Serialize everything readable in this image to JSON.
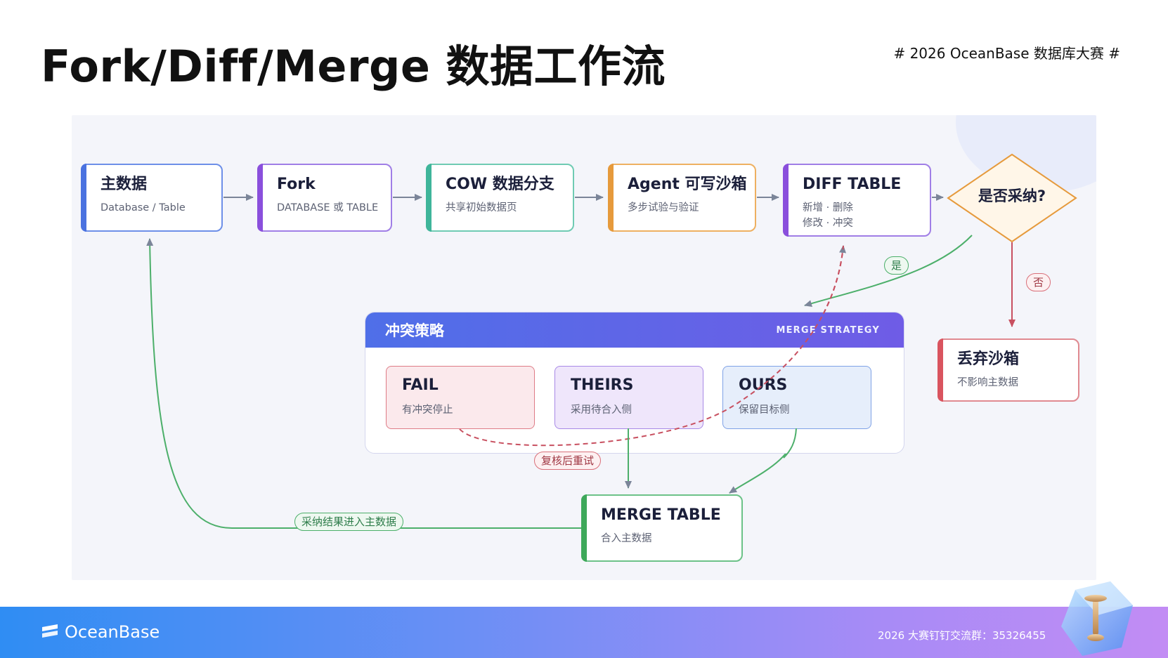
{
  "header": {
    "title": "Fork/Diff/Merge 数据工作流",
    "event_tag": "# 2026 OceanBase 数据库大赛 #"
  },
  "flow": {
    "main_data": {
      "title": "主数据",
      "sub": "Database / Table",
      "accent": "#4a72e0"
    },
    "fork": {
      "title": "Fork",
      "sub": "DATABASE 或 TABLE",
      "accent": "#8a4fdc"
    },
    "cow": {
      "title": "COW 数据分支",
      "sub": "共享初始数据页",
      "accent": "#3fb59a"
    },
    "agent": {
      "title": "Agent 可写沙箱",
      "sub": "多步试验与验证",
      "accent": "#e69a3c"
    },
    "diff": {
      "title": "DIFF TABLE",
      "sub1": "新增 · 删除",
      "sub2": "修改 · 冲突",
      "accent": "#8a4fdc"
    },
    "decision": {
      "label": "是否采纳?"
    },
    "discard": {
      "title": "丢弃沙箱",
      "sub": "不影响主数据",
      "accent": "#d9545f"
    },
    "merge_table": {
      "title": "MERGE TABLE",
      "sub": "合入主数据",
      "accent": "#3ea85a"
    }
  },
  "strategy": {
    "title": "冲突策略",
    "title_en": "MERGE STRATEGY",
    "options": [
      {
        "title": "FAIL",
        "sub": "有冲突停止"
      },
      {
        "title": "THEIRS",
        "sub": "采用待合入侧"
      },
      {
        "title": "OURS",
        "sub": "保留目标侧"
      }
    ]
  },
  "labels": {
    "yes": "是",
    "no": "否",
    "retry": "复核后重试",
    "adopt": "采纳结果进入主数据"
  },
  "footer": {
    "logo_text": "OceanBase",
    "contact": "2026 大赛钉钉交流群：35326455"
  },
  "colors": {
    "arrow_gray": "#7b8599",
    "green": "#4caf6a",
    "red": "#c85060",
    "diamond": "#e69a3c"
  }
}
